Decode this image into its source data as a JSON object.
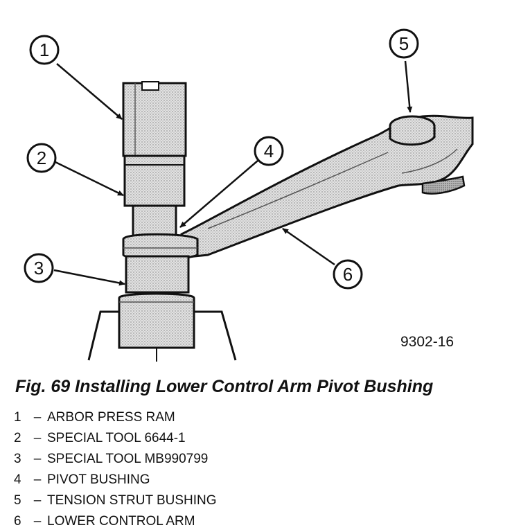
{
  "figure": {
    "code": "9302-16",
    "callouts": [
      "1",
      "2",
      "3",
      "4",
      "5",
      "6"
    ]
  },
  "caption": "Fig. 69 Installing Lower Control Arm Pivot Bushing",
  "legend": [
    {
      "num": "1",
      "label": "ARBOR PRESS RAM"
    },
    {
      "num": "2",
      "label": "SPECIAL TOOL 6644-1"
    },
    {
      "num": "3",
      "label": "SPECIAL TOOL MB990799"
    },
    {
      "num": "4",
      "label": "PIVOT BUSHING"
    },
    {
      "num": "5",
      "label": "TENSION STRUT BUSHING"
    },
    {
      "num": "6",
      "label": "LOWER CONTROL ARM"
    }
  ],
  "dash": "–"
}
